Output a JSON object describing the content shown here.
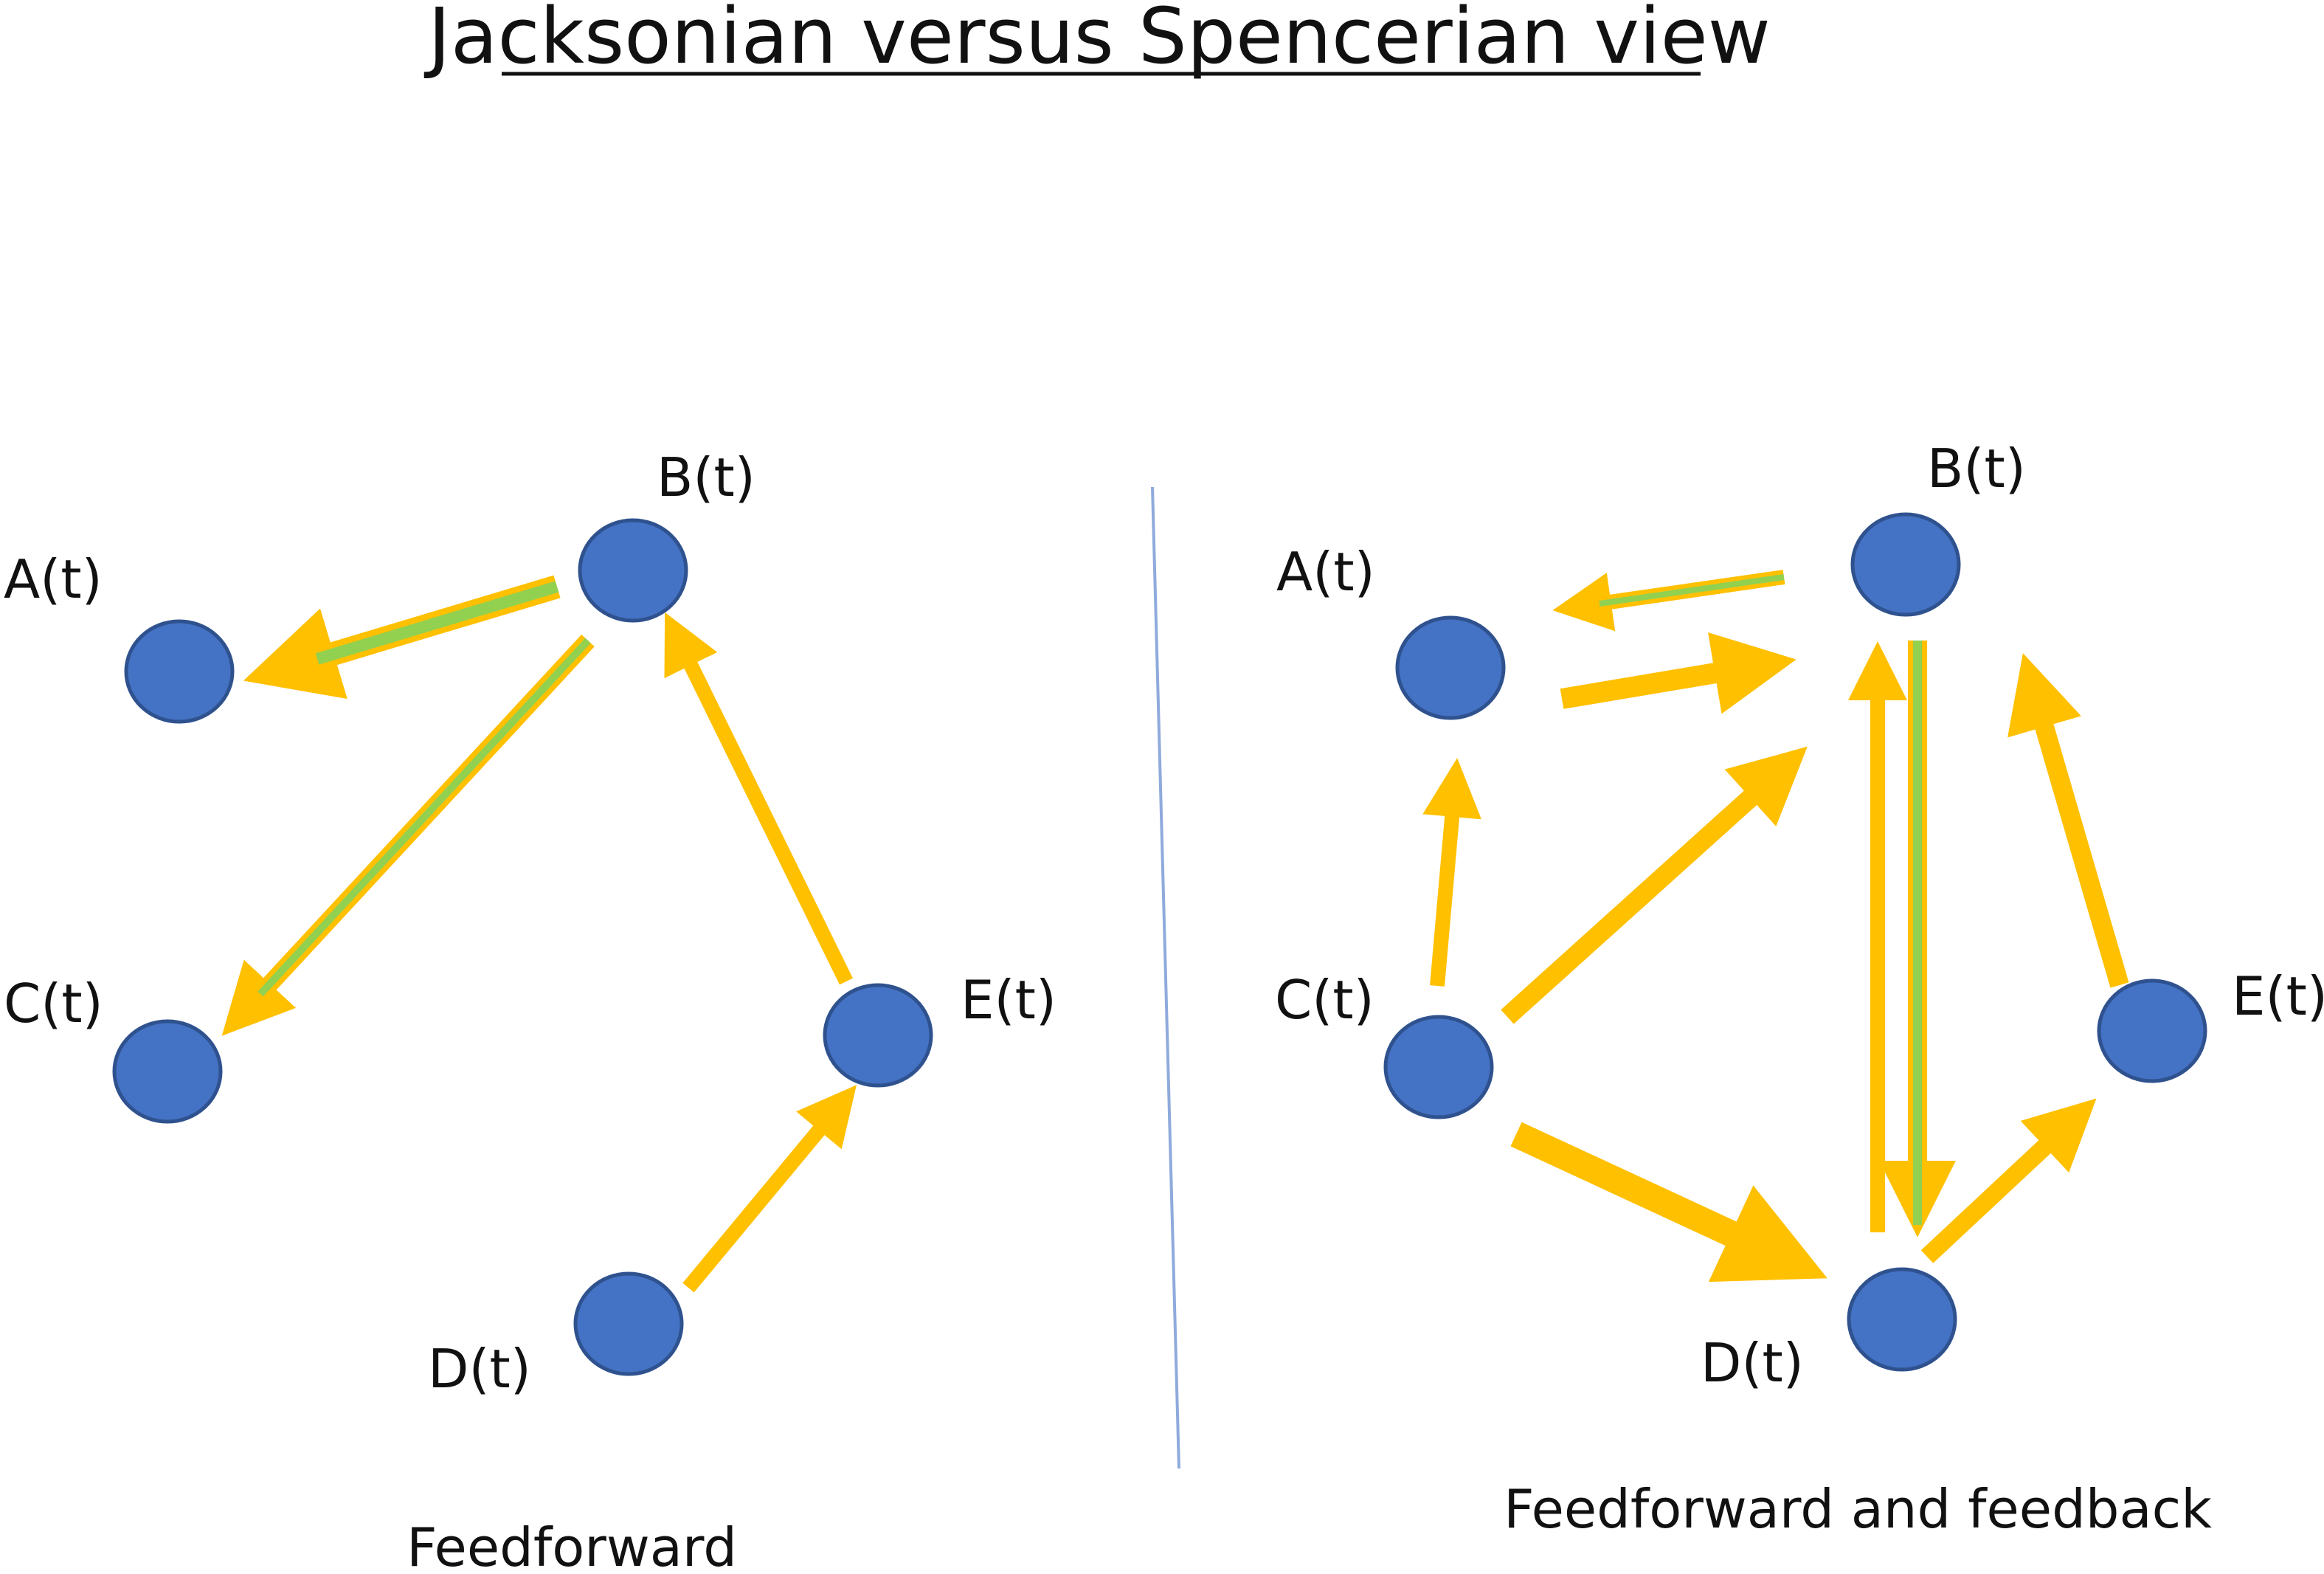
{
  "title": "Jacksonian versus Spencerian view",
  "colors": {
    "node_fill": "#4472C4",
    "node_stroke": "#2F528F",
    "arrow_orange": "#FFC000",
    "arrow_green": "#92D050",
    "divider": "#8FAADC"
  },
  "left_panel": {
    "caption": "Feedforward",
    "labels": {
      "a": "A(t)",
      "b": "B(t)",
      "c": "C(t)",
      "d": "D(t)",
      "e": "E(t)"
    },
    "edges": [
      {
        "from": "B",
        "to": "A",
        "style": "green"
      },
      {
        "from": "B",
        "to": "C",
        "style": "green"
      },
      {
        "from": "E",
        "to": "B",
        "style": "orange"
      },
      {
        "from": "D",
        "to": "E",
        "style": "orange"
      }
    ]
  },
  "right_panel": {
    "caption": "Feedforward and feedback",
    "labels": {
      "a": "A(t)",
      "b": "B(t)",
      "c": "C(t)",
      "d": "D(t)",
      "e": "E(t)"
    },
    "edges": [
      {
        "from": "B",
        "to": "A",
        "style": "green"
      },
      {
        "from": "A",
        "to": "B",
        "style": "orange"
      },
      {
        "from": "C",
        "to": "A",
        "style": "orange"
      },
      {
        "from": "C",
        "to": "B",
        "style": "orange"
      },
      {
        "from": "C",
        "to": "D",
        "style": "orange"
      },
      {
        "from": "D",
        "to": "B",
        "style": "orange"
      },
      {
        "from": "B",
        "to": "D",
        "style": "green"
      },
      {
        "from": "D",
        "to": "E",
        "style": "orange"
      },
      {
        "from": "E",
        "to": "B",
        "style": "orange"
      }
    ]
  }
}
